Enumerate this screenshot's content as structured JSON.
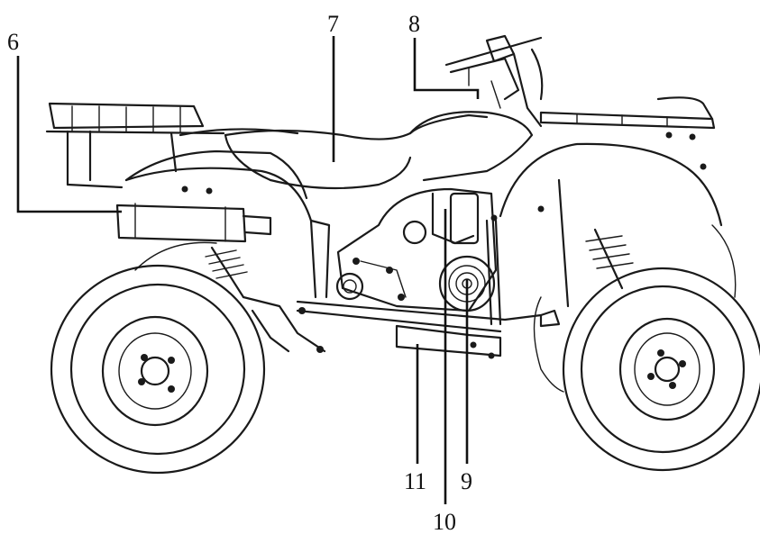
{
  "figure": {
    "subject-icon": "atv-quad-bike-line-drawing",
    "ink_color": "#1a1a1a",
    "background": "#ffffff"
  },
  "callouts": [
    {
      "id": "c6",
      "label": "6"
    },
    {
      "id": "c7",
      "label": "7"
    },
    {
      "id": "c8",
      "label": "8"
    },
    {
      "id": "c9",
      "label": "9"
    },
    {
      "id": "c10",
      "label": "10"
    },
    {
      "id": "c11",
      "label": "11"
    }
  ]
}
